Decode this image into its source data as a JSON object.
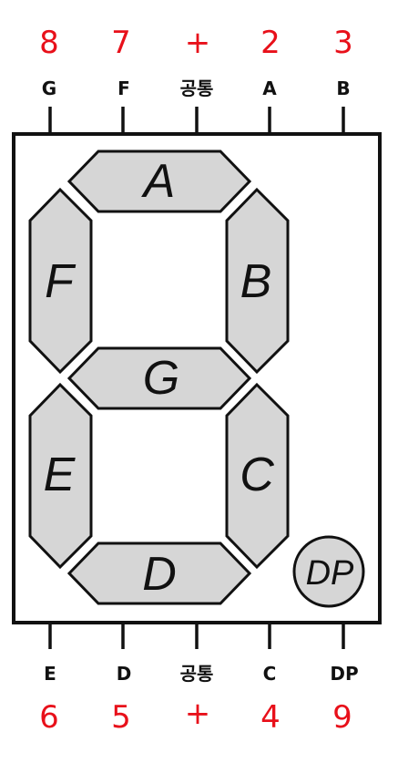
{
  "top_pins": [
    {
      "number": "8",
      "name": "G"
    },
    {
      "number": "7",
      "name": "F"
    },
    {
      "number": "+",
      "name": "공통"
    },
    {
      "number": "2",
      "name": "A"
    },
    {
      "number": "3",
      "name": "B"
    }
  ],
  "bottom_pins": [
    {
      "number": "6",
      "name": "E"
    },
    {
      "number": "5",
      "name": "D"
    },
    {
      "number": "+",
      "name": "공통"
    },
    {
      "number": "4",
      "name": "C"
    },
    {
      "number": "9",
      "name": "DP"
    }
  ],
  "segments": {
    "a": "A",
    "b": "B",
    "c": "C",
    "d": "D",
    "e": "E",
    "f": "F",
    "g": "G",
    "dp": "DP"
  },
  "colors": {
    "pin_number": "#e8101a",
    "segment_fill": "#d6d6d6",
    "outline": "#111111"
  }
}
